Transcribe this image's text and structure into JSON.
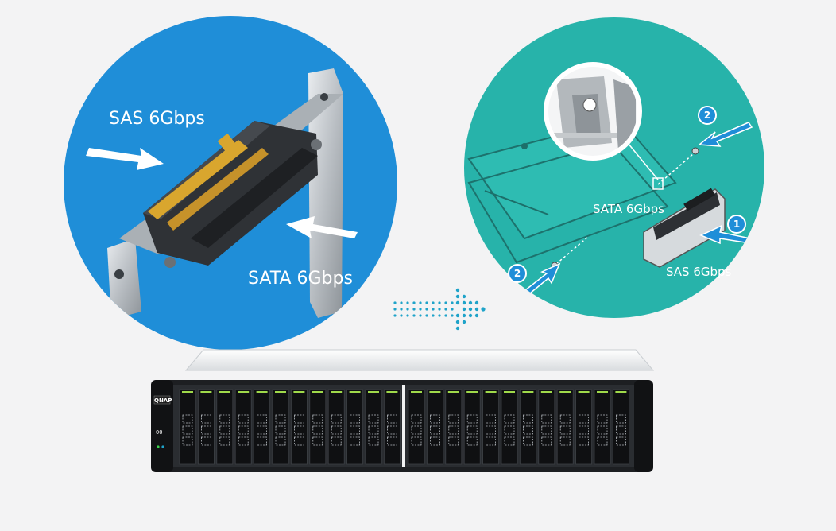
{
  "labels": {
    "sas_left": "SAS 6Gbps",
    "sata_left": "SATA 6Gbps",
    "sata_right": "SATA 6Gbps",
    "sas_right": "SAS 6Gbps"
  },
  "steps": {
    "step_two": "2",
    "step_one": "1"
  },
  "brand": {
    "logo": "QNAP",
    "display": "00"
  },
  "colors": {
    "background": "#f3f3f4",
    "left_circle": "#1f8ed8",
    "right_circle": "#27b3aa",
    "arrow": "#1fa3c9"
  },
  "icons": {
    "left_circle_arrows": "arrow-right-icon",
    "flow_arrow": "dotted-arrow-right-icon",
    "install_arrows": "arrow-diagonal-icon"
  }
}
